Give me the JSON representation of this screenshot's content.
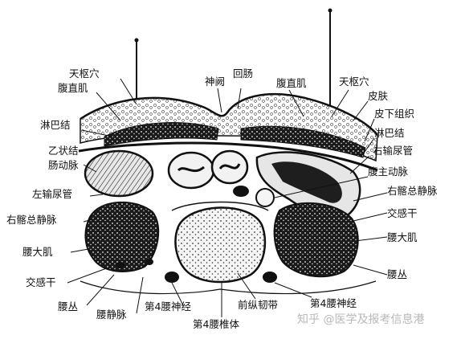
{
  "labels": {
    "tianshu_left": "天枢穴",
    "fuzhiji_left": "腹直肌",
    "shenque": "神阙",
    "huichang": "回肠",
    "fuzhiji_right": "腹直肌",
    "tianshu_right": "天枢穴",
    "pifu": "皮肤",
    "pixia": "皮下组织",
    "linba_left": "淋巴结",
    "linba_right": "淋巴结",
    "yizhuangjie": "乙状结",
    "changdongmai": "肠动脉",
    "youshuniaoguan": "右输尿管",
    "fuzhudongmai": "腹主动脉",
    "zuoshuniaoguan": "左输尿管",
    "youqiazongjingmai_right": "右髂总静脉",
    "youqiazongjingmai_left": "右髂总静脉",
    "jiaogan_right": "交感干",
    "yaodaji_left": "腰大肌",
    "yaodaji_right": "腰大肌",
    "jiaogan_left": "交感干",
    "yaocong_right": "腰丛",
    "yaocong_left": "腰丛",
    "yaojingmai": "腰静脉",
    "yaoshenjing4_left": "第4腰神经",
    "qianzongrendai": "前纵韧带",
    "yaoshenjing4_right": "第4腰神经",
    "yaozhuiti4": "第4腰椎体"
  },
  "watermark": "知乎 @医学及报考信息港"
}
